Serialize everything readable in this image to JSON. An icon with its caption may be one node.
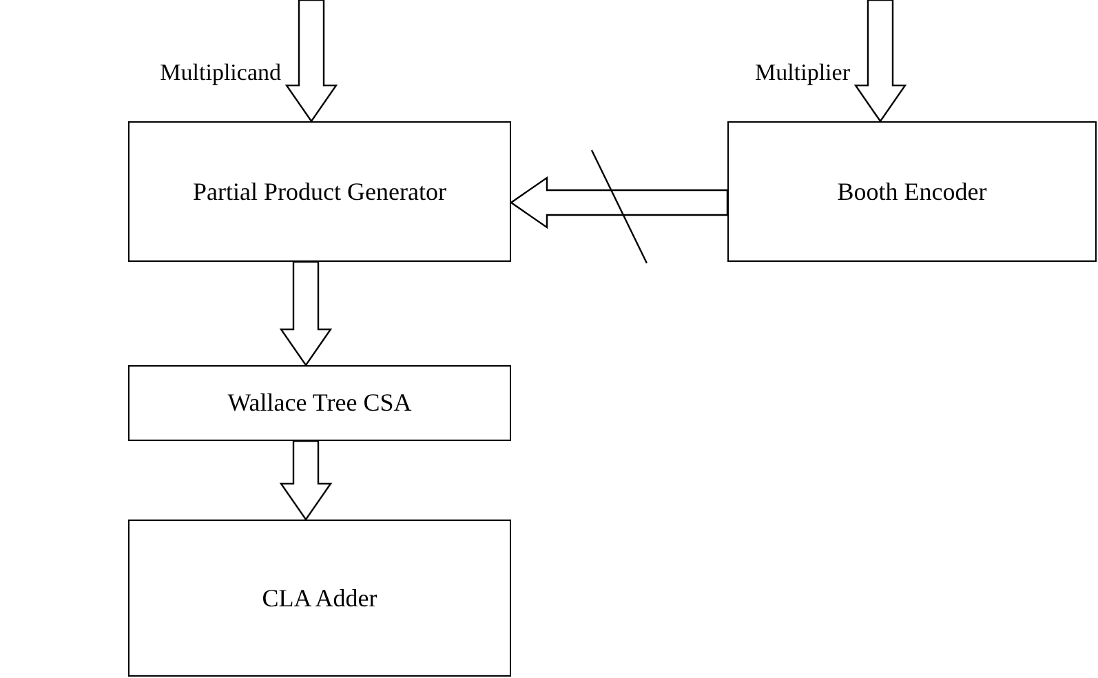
{
  "diagram": {
    "nodes": [
      {
        "text": [
          "Partial Product Generator"
        ]
      },
      {
        "text": [
          "Booth Encoder"
        ]
      },
      {
        "text": [
          "Wallace Tree CSA"
        ]
      },
      {
        "text": [
          "CLA Adder"
        ]
      }
    ],
    "edges": [
      {
        "from": null,
        "to": 0,
        "arrow": "to",
        "label": "Multiplicand"
      },
      {
        "from": null,
        "to": 1,
        "arrow": "to",
        "label": "Multiplier"
      },
      {
        "from": 1,
        "to": 0,
        "arrow": "to"
      },
      {
        "from": 0,
        "to": 2,
        "arrow": "to"
      },
      {
        "from": 2,
        "to": 3,
        "arrow": "to"
      }
    ]
  }
}
